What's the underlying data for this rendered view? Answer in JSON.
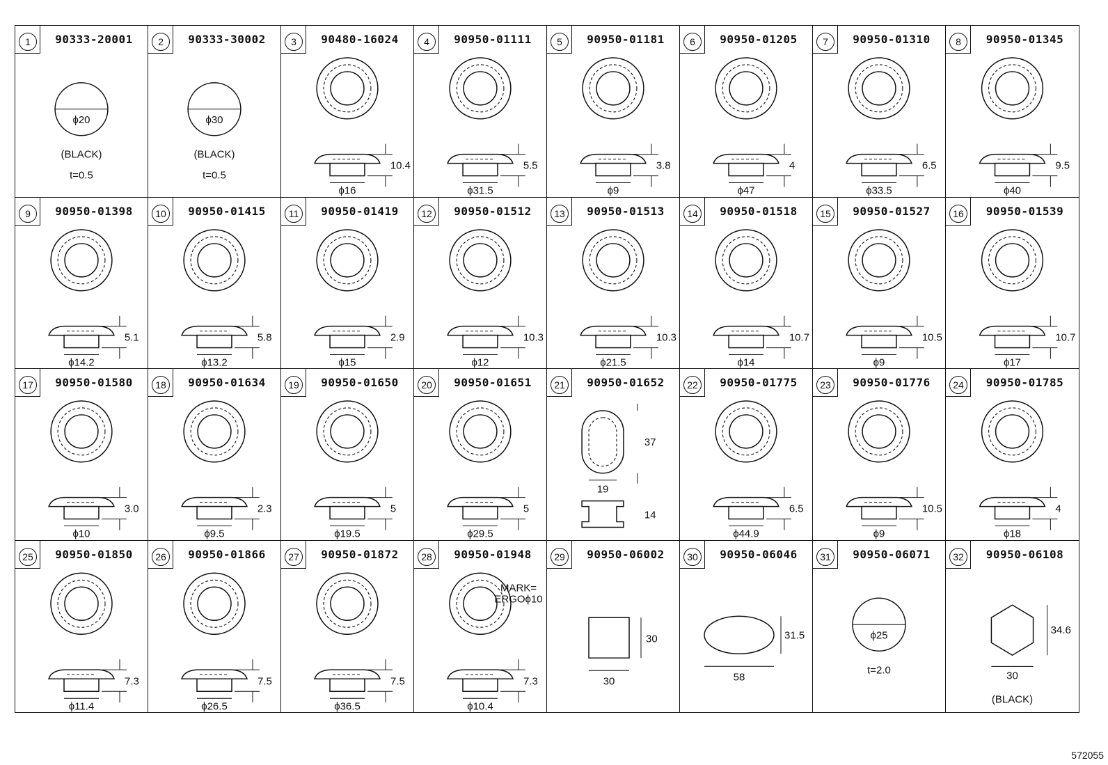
{
  "parts": [
    {
      "no": "1",
      "pn": "90333-20001",
      "type": "disc",
      "dims": {
        "dia": "ϕ20"
      },
      "notes": [
        "(BLACK)",
        "t=0.5"
      ]
    },
    {
      "no": "2",
      "pn": "90333-30002",
      "type": "disc",
      "dims": {
        "dia": "ϕ30"
      },
      "notes": [
        "(BLACK)",
        "t=0.5"
      ]
    },
    {
      "no": "3",
      "pn": "90480-16024",
      "type": "grommet",
      "dims": {
        "dia": "ϕ16",
        "height": "10.4"
      }
    },
    {
      "no": "4",
      "pn": "90950-01111",
      "type": "grommet",
      "dims": {
        "dia": "ϕ31.5",
        "height": "5.5"
      }
    },
    {
      "no": "5",
      "pn": "90950-01181",
      "type": "grommet",
      "dims": {
        "dia": "ϕ9",
        "height": "3.8"
      }
    },
    {
      "no": "6",
      "pn": "90950-01205",
      "type": "grommet",
      "dims": {
        "dia": "ϕ47",
        "height": "4"
      }
    },
    {
      "no": "7",
      "pn": "90950-01310",
      "type": "grommet",
      "dims": {
        "dia": "ϕ33.5",
        "height": "6.5"
      }
    },
    {
      "no": "8",
      "pn": "90950-01345",
      "type": "grommet",
      "dims": {
        "dia": "ϕ40",
        "height": "9.5"
      }
    },
    {
      "no": "9",
      "pn": "90950-01398",
      "type": "grommet",
      "dims": {
        "dia": "ϕ14.2",
        "height": "5.1"
      }
    },
    {
      "no": "10",
      "pn": "90950-01415",
      "type": "grommet",
      "dims": {
        "dia": "ϕ13.2",
        "height": "5.8"
      }
    },
    {
      "no": "11",
      "pn": "90950-01419",
      "type": "grommet",
      "dims": {
        "dia": "ϕ15",
        "height": "2.9"
      }
    },
    {
      "no": "12",
      "pn": "90950-01512",
      "type": "grommet",
      "dims": {
        "dia": "ϕ12",
        "height": "10.3"
      }
    },
    {
      "no": "13",
      "pn": "90950-01513",
      "type": "grommet",
      "dims": {
        "dia": "ϕ21.5",
        "height": "10.3"
      }
    },
    {
      "no": "14",
      "pn": "90950-01518",
      "type": "grommet",
      "dims": {
        "dia": "ϕ14",
        "height": "10.7"
      }
    },
    {
      "no": "15",
      "pn": "90950-01527",
      "type": "grommet",
      "dims": {
        "dia": "ϕ9",
        "height": "10.5"
      }
    },
    {
      "no": "16",
      "pn": "90950-01539",
      "type": "grommet",
      "dims": {
        "dia": "ϕ17",
        "height": "10.7"
      }
    },
    {
      "no": "17",
      "pn": "90950-01580",
      "type": "grommet",
      "dims": {
        "dia": "ϕ10",
        "height": "3.0"
      }
    },
    {
      "no": "18",
      "pn": "90950-01634",
      "type": "grommet",
      "dims": {
        "dia": "ϕ9.5",
        "height": "2.3"
      }
    },
    {
      "no": "19",
      "pn": "90950-01650",
      "type": "grommet",
      "dims": {
        "dia": "ϕ19.5",
        "height": "5"
      }
    },
    {
      "no": "20",
      "pn": "90950-01651",
      "type": "grommet",
      "dims": {
        "dia": "ϕ29.5",
        "height": "5"
      }
    },
    {
      "no": "21",
      "pn": "90950-01652",
      "type": "oval",
      "dims": {
        "len": "37",
        "wid": "19",
        "height": "14"
      }
    },
    {
      "no": "22",
      "pn": "90950-01775",
      "type": "grommet",
      "dims": {
        "dia": "ϕ44.9",
        "height": "6.5"
      }
    },
    {
      "no": "23",
      "pn": "90950-01776",
      "type": "grommet",
      "dims": {
        "dia": "ϕ9",
        "height": "10.5"
      }
    },
    {
      "no": "24",
      "pn": "90950-01785",
      "type": "grommet",
      "dims": {
        "dia": "ϕ18",
        "height": "4"
      }
    },
    {
      "no": "25",
      "pn": "90950-01850",
      "type": "grommet",
      "dims": {
        "dia": "ϕ11.4",
        "height": "7.3"
      }
    },
    {
      "no": "26",
      "pn": "90950-01866",
      "type": "grommet",
      "dims": {
        "dia": "ϕ26.5",
        "height": "7.5"
      }
    },
    {
      "no": "27",
      "pn": "90950-01872",
      "type": "grommet",
      "dims": {
        "dia": "ϕ36.5",
        "height": "7.5"
      }
    },
    {
      "no": "28",
      "pn": "90950-01948",
      "type": "grommet",
      "dims": {
        "dia": "ϕ10.4",
        "height": "7.3"
      },
      "notes": [
        "MARK=",
        "ERGOϕ10"
      ]
    },
    {
      "no": "29",
      "pn": "90950-06002",
      "type": "square",
      "dims": {
        "w": "30",
        "h": "30"
      }
    },
    {
      "no": "30",
      "pn": "90950-06046",
      "type": "ellipse",
      "dims": {
        "w": "58",
        "h": "31.5"
      }
    },
    {
      "no": "31",
      "pn": "90950-06071",
      "type": "disc",
      "dims": {
        "dia": "ϕ25"
      },
      "notes": [
        "t=2.0"
      ]
    },
    {
      "no": "32",
      "pn": "90950-06108",
      "type": "hexagon",
      "dims": {
        "w": "30",
        "h": "34.6"
      },
      "notes": [
        "(BLACK)"
      ]
    }
  ],
  "footer_code": "572055"
}
